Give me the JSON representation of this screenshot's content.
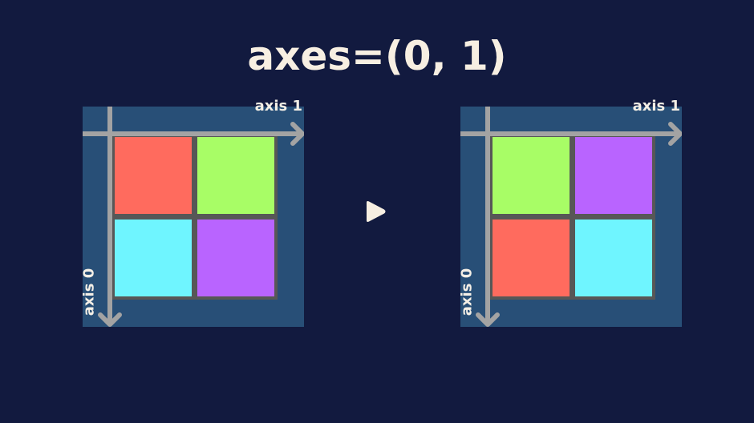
{
  "title": "axes=(0, 1)",
  "colors": {
    "background": "#121a3f",
    "panel": "#284f77",
    "grid_lines": "#575757",
    "axis_arrows": "#a3a3a3",
    "text": "#f4efe6",
    "red": "#ff6b5e",
    "green": "#a8fd66",
    "cyan": "#6ff5ff",
    "purple": "#b964ff"
  },
  "left_panel": {
    "axis1_label": "axis 1",
    "axis0_label": "axis 0",
    "cells": [
      [
        "#ff6b5e",
        "#a8fd66"
      ],
      [
        "#6ff5ff",
        "#b964ff"
      ]
    ]
  },
  "right_panel": {
    "axis1_label": "axis 1",
    "axis0_label": "axis 0",
    "cells": [
      [
        "#a8fd66",
        "#b964ff"
      ],
      [
        "#ff6b5e",
        "#6ff5ff"
      ]
    ]
  },
  "transition_icon": "play-arrow-icon"
}
